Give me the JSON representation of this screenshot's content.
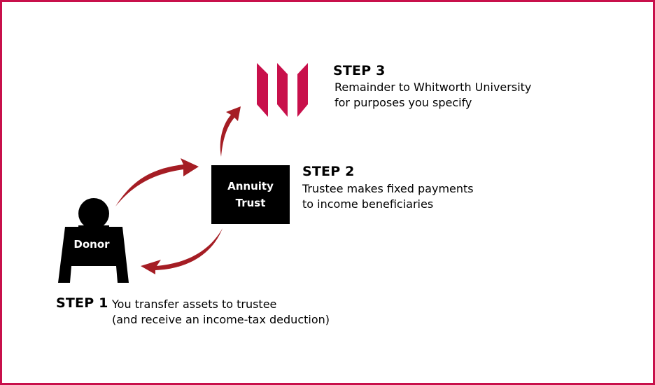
{
  "colors": {
    "brand": "#c8104b",
    "arrow": "#a51d24",
    "ink": "#000000",
    "background": "#ffffff"
  },
  "logo": {
    "name": "Whitworth University logo",
    "icon": "whitworth-w-icon"
  },
  "donor": {
    "label": "Donor",
    "icon": "person-icon"
  },
  "trust": {
    "line1": "Annuity",
    "line2": "Trust"
  },
  "steps": [
    {
      "title": "STEP 1",
      "lines": [
        "You transfer assets to trustee",
        "(and receive an income-tax deduction)"
      ]
    },
    {
      "title": "STEP 2",
      "lines": [
        "Trustee makes fixed payments",
        "to income beneficiaries"
      ]
    },
    {
      "title": "STEP 3",
      "lines": [
        "Remainder to Whitworth University",
        "for purposes you specify"
      ]
    }
  ],
  "arrows": [
    {
      "from": "Donor",
      "to": "Annuity Trust",
      "icon": "curved-arrow-icon"
    },
    {
      "from": "Annuity Trust",
      "to": "Whitworth University",
      "icon": "curved-arrow-icon"
    },
    {
      "from": "Annuity Trust",
      "to": "Donor",
      "icon": "curved-arrow-icon"
    }
  ]
}
